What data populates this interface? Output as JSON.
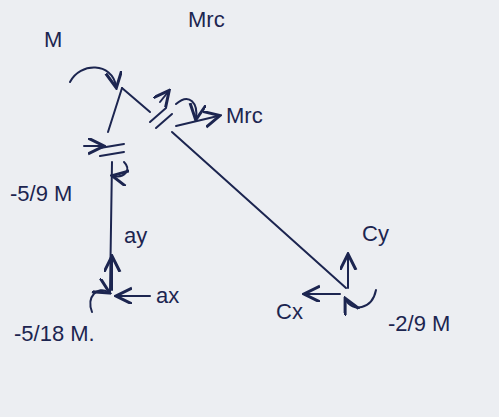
{
  "diagram": {
    "labels": [
      "M",
      "Mrc",
      "Mrc",
      "-5/9 M",
      "ay",
      "ax",
      "-5/18 M.",
      "Cy",
      "Cx",
      "-2/9 M"
    ]
  }
}
